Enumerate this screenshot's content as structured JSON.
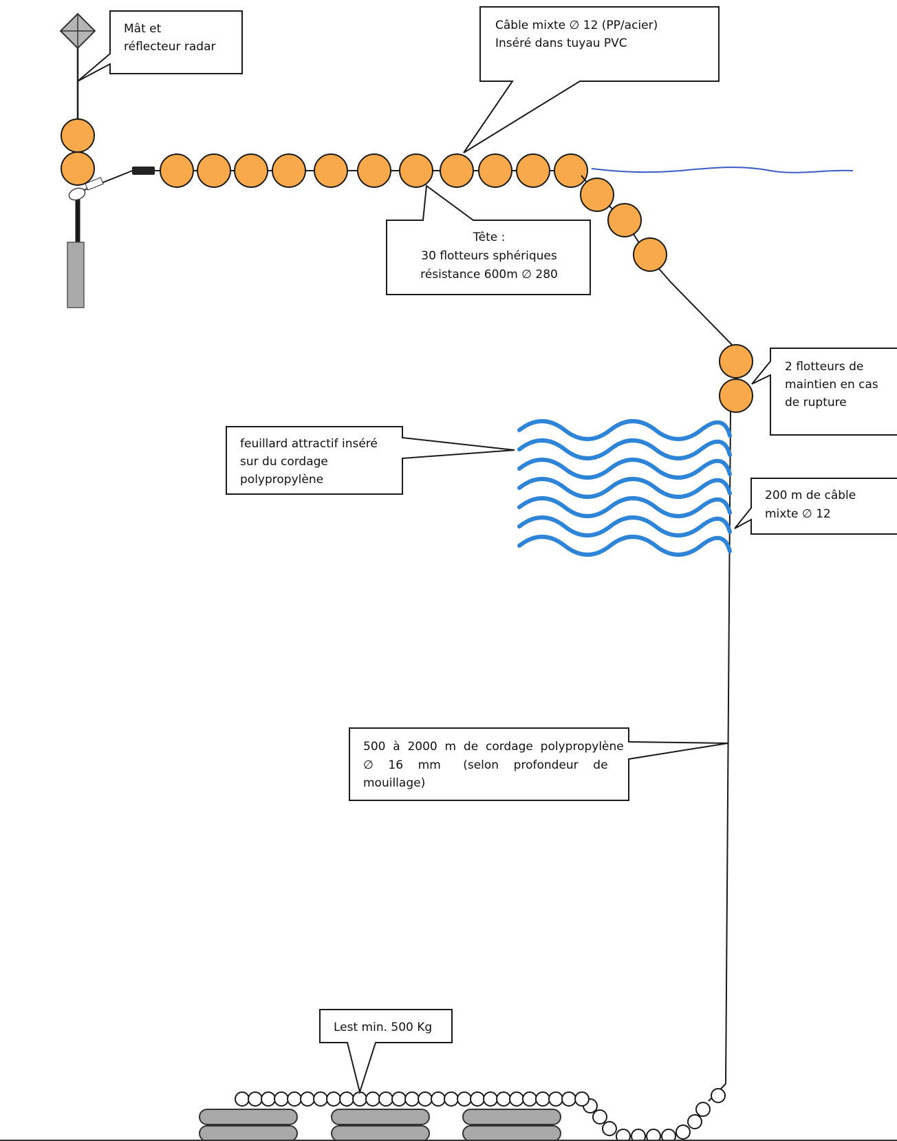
{
  "callouts": {
    "mast": {
      "lines": [
        "Mât et",
        "réflecteur radar"
      ]
    },
    "cable": {
      "lines": [
        "Câble mixte  ∅ 12 (PP/acier)",
        "Inséré dans  tuyau PVC"
      ]
    },
    "head": {
      "lines": [
        "Tête :",
        "30 flotteurs sphériques",
        "résistance 600m ∅ 280"
      ]
    },
    "backup_floats": {
      "lines": [
        "2 flotteurs de",
        "maintien en cas",
        "de rupture"
      ]
    },
    "attractive_strip": {
      "lines": [
        "feuillard attractif inséré",
        "sur du cordage",
        "polypropylène"
      ]
    },
    "mixed_cable_200": {
      "lines": [
        "200 m de câble",
        "mixte  ∅ 12"
      ]
    },
    "rope": {
      "lines": [
        "500  à  2000  m  de  cordage  polypropylène",
        "∅    16    mm      (selon    profondeur    de",
        "mouillage)"
      ]
    },
    "ballast": {
      "lines": [
        "Lest min. 500 Kg"
      ]
    }
  },
  "colors": {
    "float_fill": "#F7A94B",
    "line": "#1a1a1a",
    "water": "#3A5BC7",
    "wave": "#2E84D6",
    "ballast_fill": "#A9A9A9",
    "pole": "#AAAAAA",
    "reflector": "#B5B5B5"
  },
  "icons": {
    "radar_reflector": "diamond-icon",
    "shackle": "shackle-icon"
  }
}
